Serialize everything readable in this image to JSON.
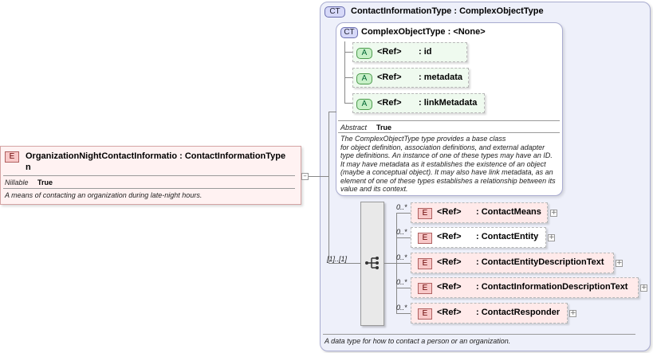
{
  "ct": {
    "badge": "CT",
    "title": "ContactInformationType : ComplexObjectType",
    "description": "A data type for how to contact a person or an organization."
  },
  "base": {
    "badge": "CT",
    "title": "ComplexObjectType : <None>",
    "abstract_label": "Abstract",
    "abstract_value": "True",
    "description_lines": [
      "The ComplexObjectType type provides a base class",
      "for object definition, association definitions, and external adapter",
      "type definitions. An instance of one of these types may have an ID.",
      "It may have metadata as it establishes the existence of an object",
      "(maybe a conceptual object). It may also have link metadata, as an",
      "element of one of these types establishes a relationship between its",
      "value and its context."
    ],
    "attributes": [
      {
        "badge": "A",
        "ref": "<Ref>",
        "name": ": id"
      },
      {
        "badge": "A",
        "ref": "<Ref>",
        "name": ": metadata"
      },
      {
        "badge": "A",
        "ref": "<Ref>",
        "name": ": linkMetadata"
      }
    ]
  },
  "element": {
    "badge": "E",
    "title_line1": "OrganizationNightContactInformatio : ContactInformationType",
    "title_line2": "n",
    "nillable_label": "Nillable",
    "nillable_value": "True",
    "description": "A means of contacting an organization during late-night hours."
  },
  "sequence": {
    "occurrence": "[1]..[1]",
    "children": [
      {
        "badge": "E",
        "occurrence": "0..*",
        "ref": "<Ref>",
        "name": ": ContactMeans"
      },
      {
        "badge": "E",
        "occurrence": "0..*",
        "ref": "<Ref>",
        "name": ": ContactEntity"
      },
      {
        "badge": "E",
        "occurrence": "0..*",
        "ref": "<Ref>",
        "name": ": ContactEntityDescriptionText"
      },
      {
        "badge": "E",
        "occurrence": "0..*",
        "ref": "<Ref>",
        "name": ": ContactInformationDescriptionText"
      },
      {
        "badge": "E",
        "occurrence": "0..*",
        "ref": "<Ref>",
        "name": ": ContactResponder"
      }
    ]
  },
  "icons": {
    "collapse": "minus-icon",
    "expand": "plus-icon",
    "sequence": "sequence-icon"
  }
}
